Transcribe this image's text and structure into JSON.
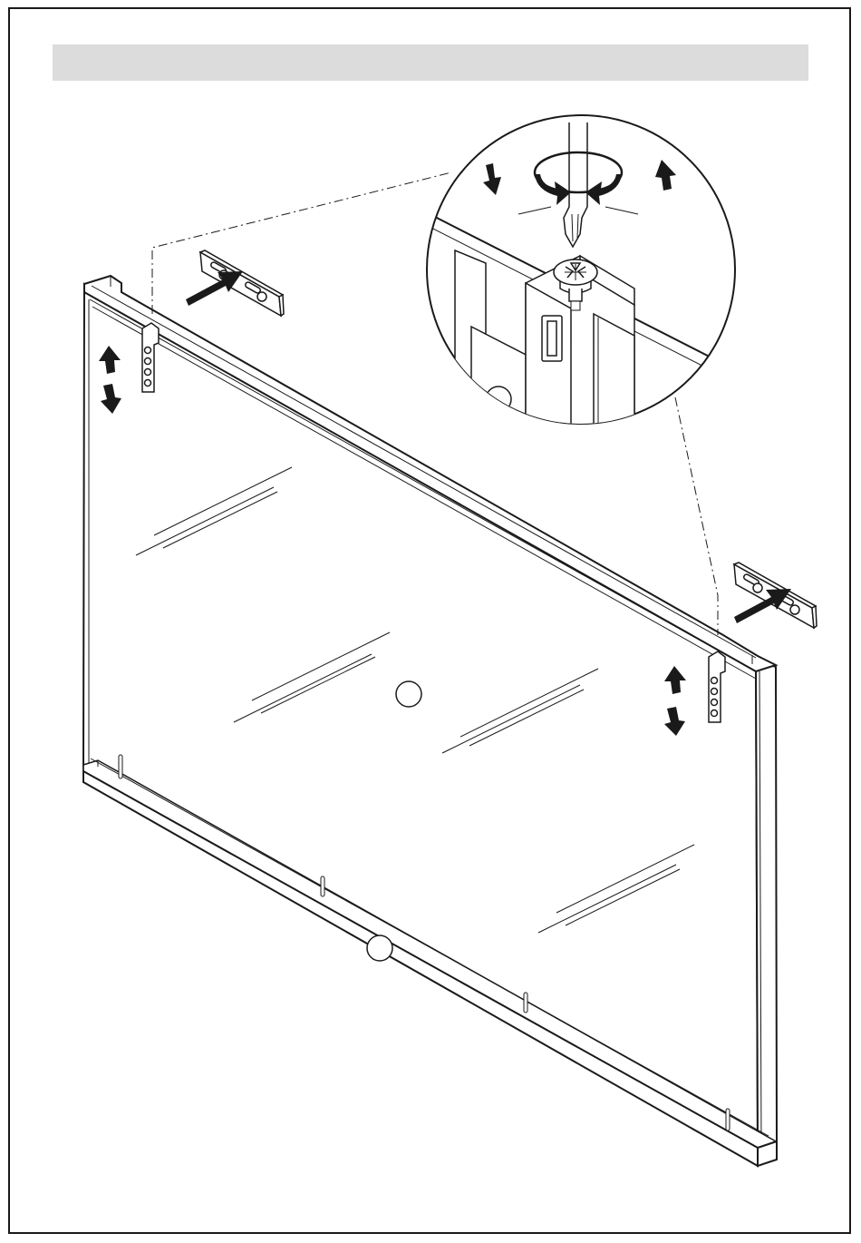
{
  "header": {
    "title": ""
  },
  "colors": {
    "line": "#1a1a1a",
    "fill": "#ffffff",
    "header": "#dcdcdc"
  },
  "parts": {
    "glass_door": "glass-door-panel",
    "top_rail": "aluminium-top-rail",
    "bottom_rail": "aluminium-bottom-rail",
    "hinge_plate": "mounting-hinge-plate",
    "bracket": "hanging-bracket",
    "screw": "cross-head-screw"
  },
  "icons": [
    "arrow-up-down-icon",
    "push-arrow-icon",
    "rotate-arrow-icon",
    "screwdriver-icon",
    "screw-icon"
  ]
}
